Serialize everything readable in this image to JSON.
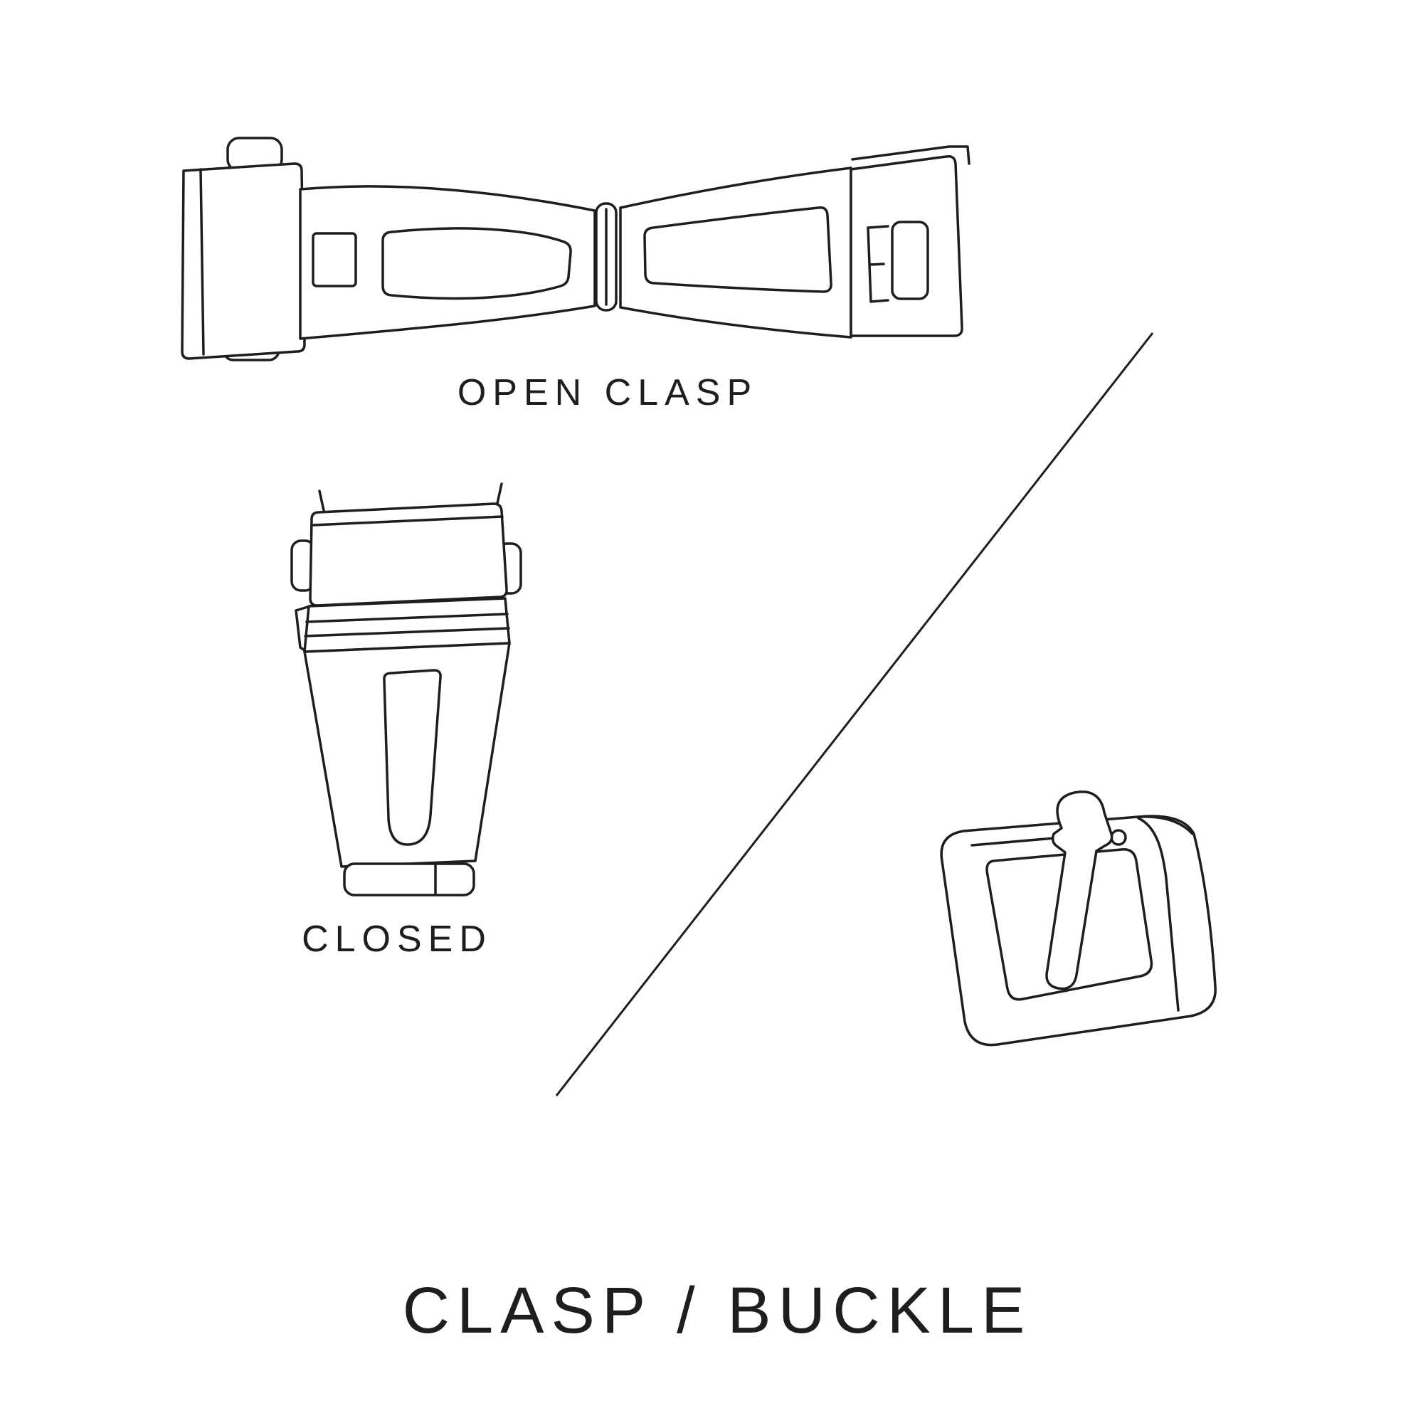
{
  "page": {
    "background_color": "#ffffff",
    "ink_color": "#1e1e1e"
  },
  "labels": {
    "open_clasp": "OPEN CLASP",
    "closed": "CLOSED",
    "title": "CLASP / BUCKLE"
  },
  "illustrations": [
    {
      "name": "open-clasp-illustration",
      "caption": "OPEN CLASP"
    },
    {
      "name": "closed-clasp-illustration",
      "caption": "CLOSED"
    },
    {
      "name": "buckle-illustration",
      "caption": ""
    },
    {
      "name": "divider-line",
      "caption": ""
    }
  ]
}
